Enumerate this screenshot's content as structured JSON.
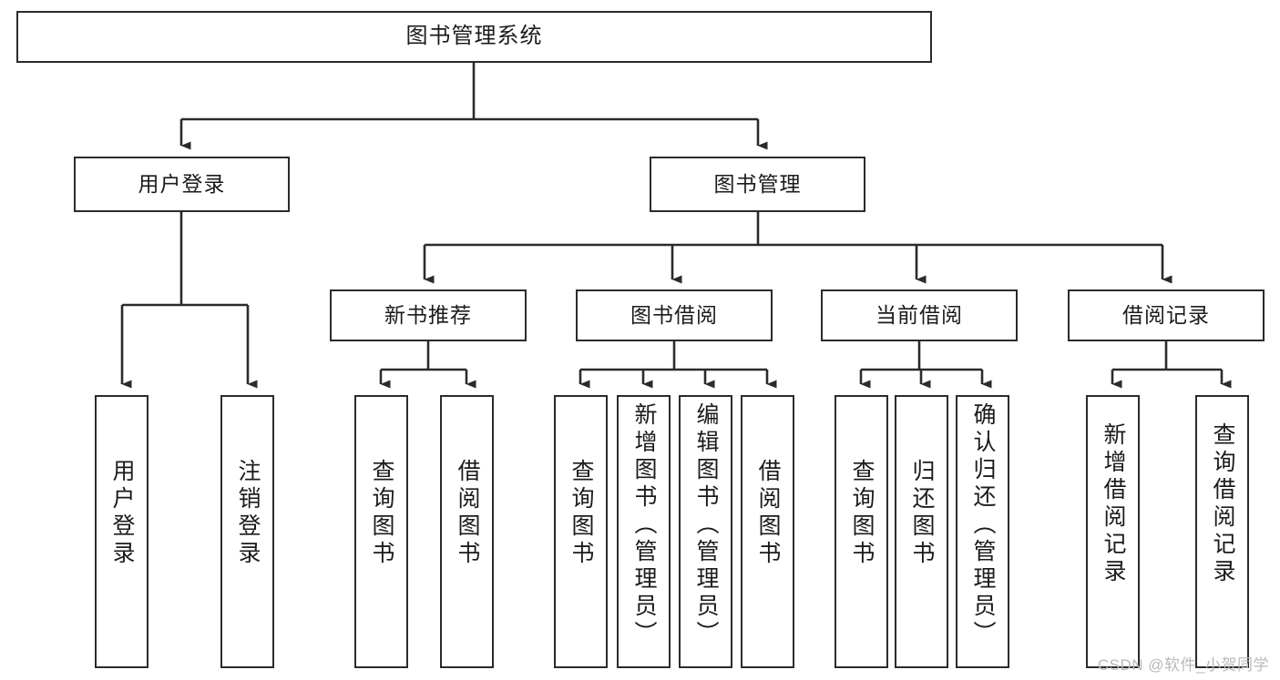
{
  "diagram": {
    "title": "图书管理系统",
    "type": "tree",
    "watermark": "CSDN @软件_小贺同学",
    "colors": {
      "box_border": "#2b2b2b",
      "box_fill": "#ffffff",
      "edge": "#2b2b2b",
      "text": "#1b1b1b",
      "watermark": "#b9b9b9"
    },
    "nodes": {
      "root": {
        "label": "图书管理系统",
        "level": 1
      },
      "user_login": {
        "label": "用户登录",
        "level": 2
      },
      "book_manage": {
        "label": "图书管理",
        "level": 2
      },
      "new_book_rec": {
        "label": "新书推荐",
        "level": 3
      },
      "book_borrow": {
        "label": "图书借阅",
        "level": 3
      },
      "current_borrow": {
        "label": "当前借阅",
        "level": 3
      },
      "borrow_record": {
        "label": "借阅记录",
        "level": 3
      },
      "leaf_user_login": {
        "label": "用户登录",
        "level": 3
      },
      "leaf_user_logout": {
        "label": "注销登录",
        "level": 3
      },
      "leaf_rec_query": {
        "label": "查询图书",
        "level": 4
      },
      "leaf_rec_borrow": {
        "label": "借阅图书",
        "level": 4
      },
      "leaf_borrow_query": {
        "label": "查询图书",
        "level": 4
      },
      "leaf_borrow_add": {
        "label": "新增图书（管理员）",
        "level": 4
      },
      "leaf_borrow_edit": {
        "label": "编辑图书（管理员）",
        "level": 4
      },
      "leaf_borrow_lend": {
        "label": "借阅图书",
        "level": 4
      },
      "leaf_cur_query": {
        "label": "查询图书",
        "level": 4
      },
      "leaf_cur_return": {
        "label": "归还图书",
        "level": 4
      },
      "leaf_cur_confirm": {
        "label": "确认归还（管理员）",
        "level": 4
      },
      "leaf_rec_add": {
        "label": "新增借阅记录",
        "level": 4
      },
      "leaf_rec_search": {
        "label": "查询借阅记录",
        "level": 4
      }
    }
  }
}
